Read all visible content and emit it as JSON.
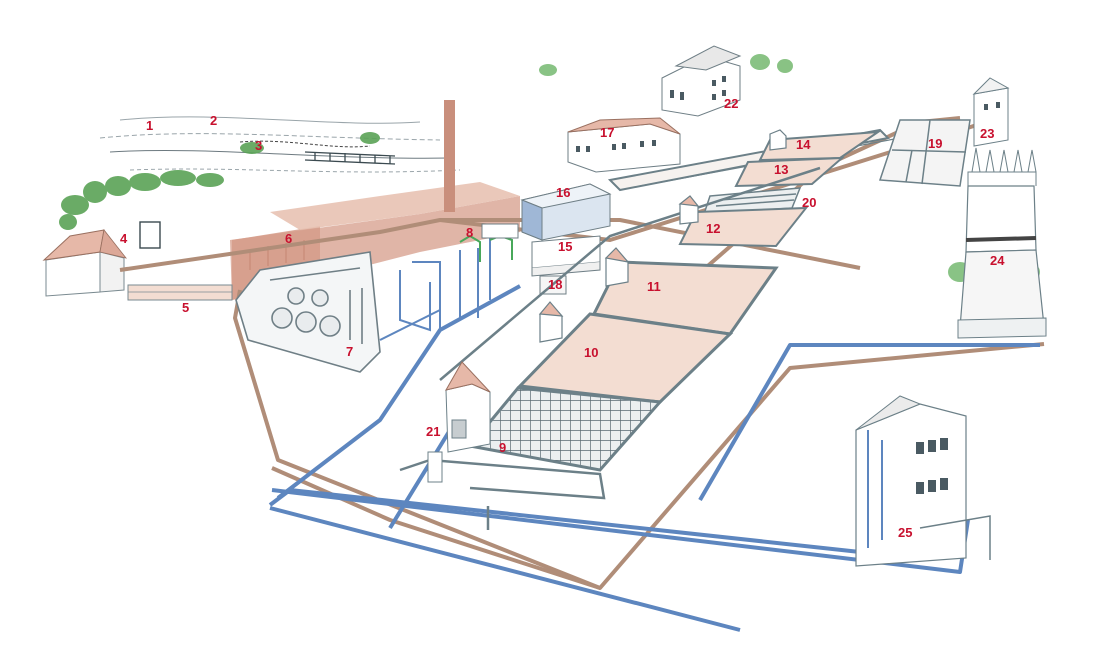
{
  "diagram": {
    "type": "waterworks-plan-illustration",
    "colors": {
      "label": "#c8102e",
      "brown_pipe": "#b08d78",
      "blue_pipe": "#5d86bf",
      "building_wall": "#ffffff",
      "building_roof": "#e6b8a8",
      "brick": "#dba898",
      "basin_fill": "#f3ddd2",
      "basin_edge": "#6c8088",
      "trees": "#5aa356",
      "machinery": "#6f7f86",
      "green_pipe": "#48a85a"
    },
    "labels": [
      {
        "id": "1",
        "text": "1"
      },
      {
        "id": "2",
        "text": "2"
      },
      {
        "id": "3",
        "text": "3"
      },
      {
        "id": "4",
        "text": "4"
      },
      {
        "id": "5",
        "text": "5"
      },
      {
        "id": "6",
        "text": "6"
      },
      {
        "id": "7",
        "text": "7"
      },
      {
        "id": "8",
        "text": "8"
      },
      {
        "id": "9",
        "text": "9"
      },
      {
        "id": "10",
        "text": "10"
      },
      {
        "id": "11",
        "text": "11"
      },
      {
        "id": "12",
        "text": "12"
      },
      {
        "id": "13",
        "text": "13"
      },
      {
        "id": "14",
        "text": "14"
      },
      {
        "id": "15",
        "text": "15"
      },
      {
        "id": "16",
        "text": "16"
      },
      {
        "id": "17",
        "text": "17"
      },
      {
        "id": "18",
        "text": "18"
      },
      {
        "id": "19",
        "text": "19"
      },
      {
        "id": "20",
        "text": "20"
      },
      {
        "id": "21",
        "text": "21"
      },
      {
        "id": "22",
        "text": "22"
      },
      {
        "id": "23",
        "text": "23"
      },
      {
        "id": "24",
        "text": "24"
      },
      {
        "id": "25",
        "text": "25"
      }
    ]
  }
}
